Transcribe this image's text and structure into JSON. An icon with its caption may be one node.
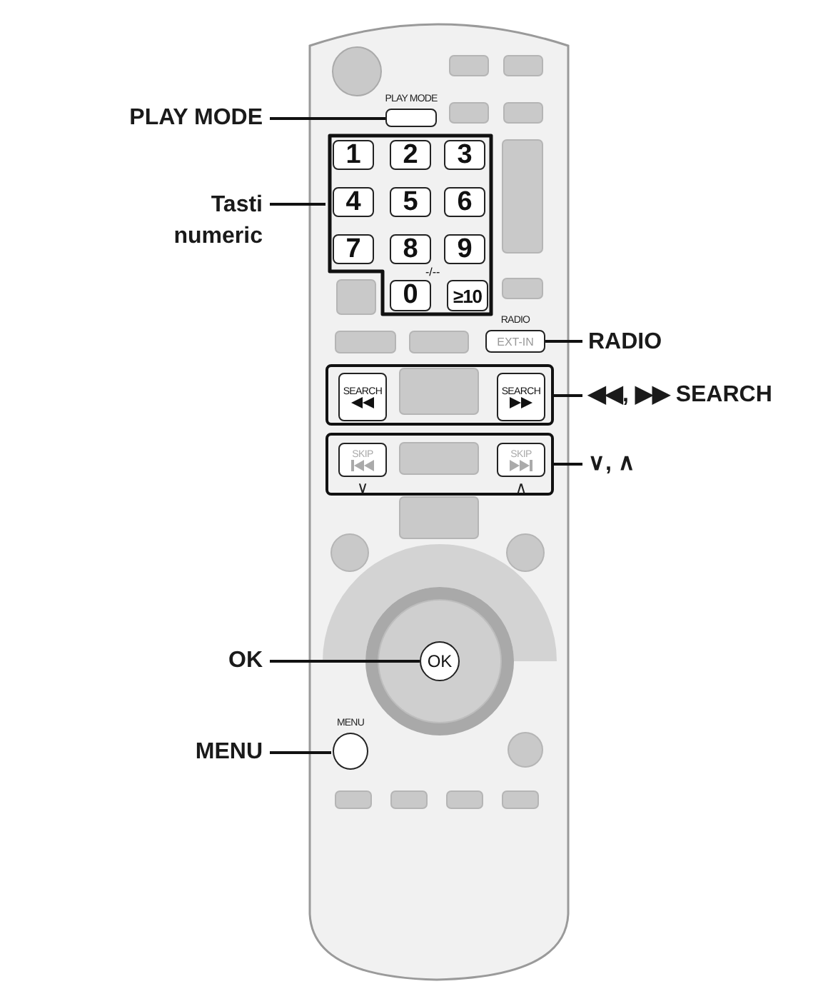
{
  "diagram": {
    "nodes": [
      {
        "text": [
          "PLAY MODE"
        ]
      },
      {
        "text": [
          "Tasti numeric"
        ]
      },
      {
        "text": [
          "RADIO"
        ]
      },
      {
        "text": [
          "◀◀, ▶▶ SEARCH"
        ]
      },
      {
        "text": [
          "∨, ∧"
        ]
      },
      {
        "text": [
          "OK"
        ]
      },
      {
        "text": [
          "MENU"
        ]
      },
      {
        "text": [
          "PLAY MODE"
        ]
      },
      {
        "text": [],
        "shape": "box"
      },
      {
        "text": [
          "1"
        ],
        "in": 8
      },
      {
        "text": [
          "2"
        ],
        "in": 8
      },
      {
        "text": [
          "3"
        ],
        "in": 8
      },
      {
        "text": [
          "4"
        ],
        "in": 8
      },
      {
        "text": [
          "5"
        ],
        "in": 8
      },
      {
        "text": [
          "6"
        ],
        "in": 8
      },
      {
        "text": [
          "7"
        ],
        "in": 8
      },
      {
        "text": [
          "8"
        ],
        "in": 8
      },
      {
        "text": [
          "9"
        ],
        "in": 8
      },
      {
        "text": [
          "0"
        ],
        "in": 8
      },
      {
        "text": [
          "≥10"
        ],
        "in": 8
      },
      {
        "text": [
          "RADIO",
          "EXT-IN"
        ]
      },
      {
        "text": [],
        "shape": "box"
      },
      {
        "text": [
          "SEARCH"
        ],
        "in": 21
      },
      {
        "text": [
          "SEARCH"
        ],
        "in": 21
      },
      {
        "text": [],
        "shape": "box"
      },
      {
        "text": [
          "SKIP"
        ],
        "in": 24,
        "beside": [
          "∨"
        ]
      },
      {
        "text": [
          "SKIP"
        ],
        "in": 24,
        "beside": [
          "∧"
        ]
      },
      {
        "text": [
          "OK"
        ]
      },
      {
        "text": [
          "MENU"
        ]
      }
    ],
    "edges": [
      {
        "from": 0,
        "to": 7,
        "arrow": "none"
      },
      {
        "from": 1,
        "to": 8,
        "arrow": "none"
      },
      {
        "from": 2,
        "to": 20,
        "arrow": "none"
      },
      {
        "from": 3,
        "to": 21,
        "arrow": "none"
      },
      {
        "from": 4,
        "to": 24,
        "arrow": "none"
      },
      {
        "from": 5,
        "to": 27,
        "arrow": "none"
      },
      {
        "from": 6,
        "to": 28,
        "arrow": "none"
      }
    ],
    "labels": [
      "-/--"
    ]
  }
}
